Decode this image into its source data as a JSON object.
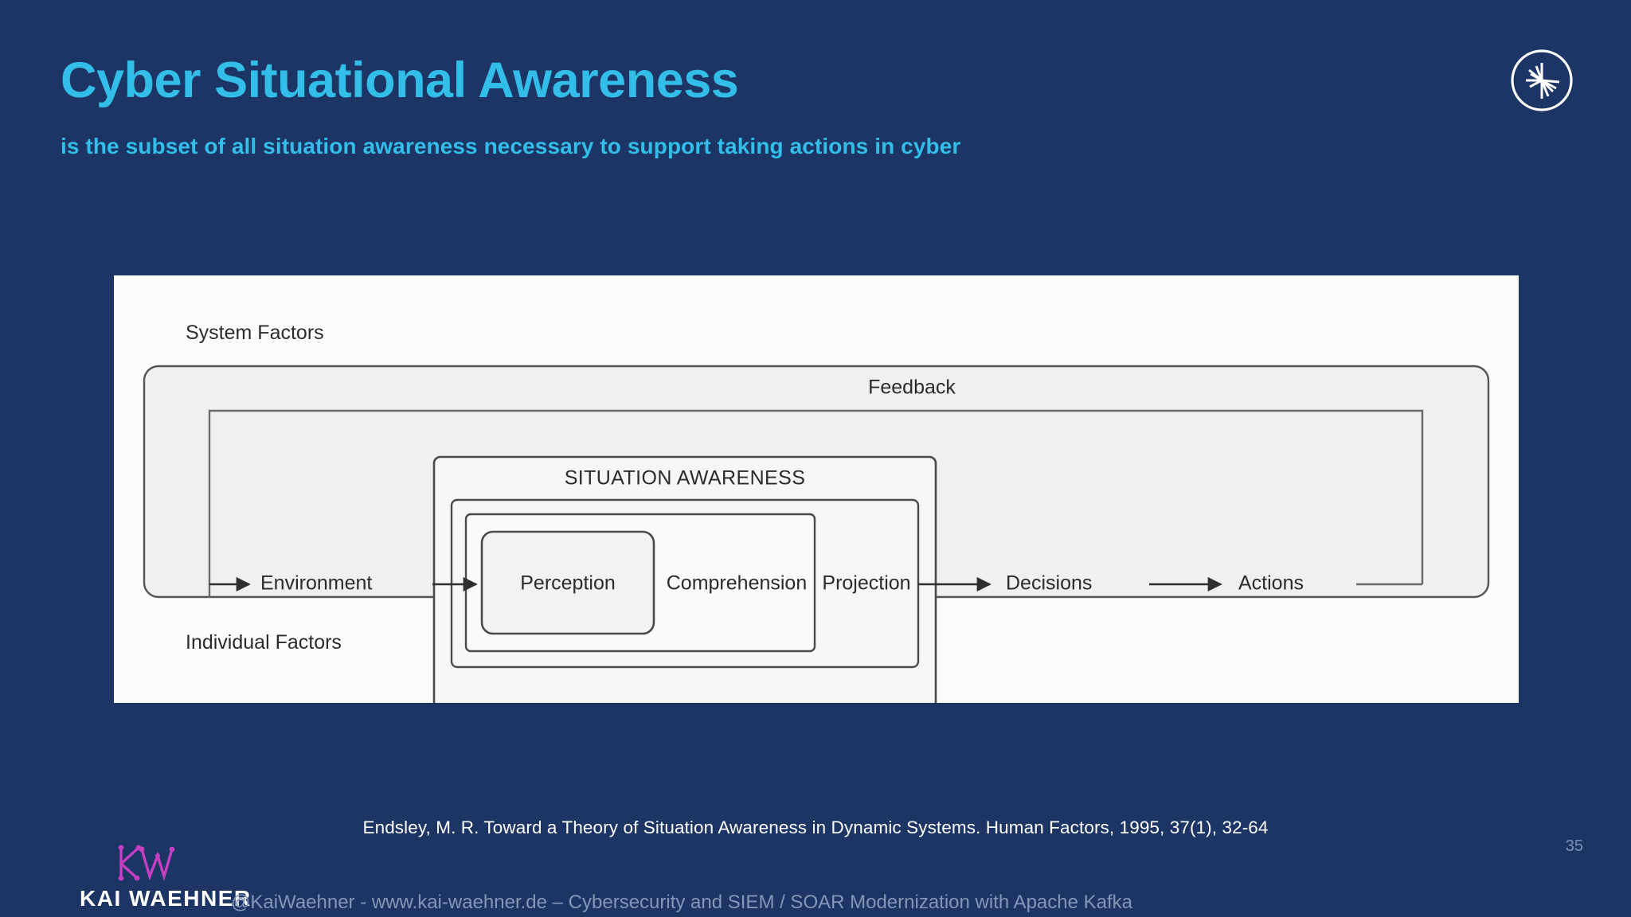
{
  "slide": {
    "title": "Cyber Situational Awareness",
    "subtitle": "is the subset of all situation awareness necessary to support taking actions in cyber",
    "page_number": "35",
    "citation": "Endsley, M. R. Toward a Theory of Situation Awareness in Dynamic Systems. Human Factors, 1995, 37(1), 32-64",
    "background_color": "#1c3564",
    "accent_color": "#32bee8"
  },
  "brand": {
    "top_right_icon": "confluent-starburst-icon",
    "footer_icon": "kw-monogram-icon",
    "footer_wordmark": "KAI WAEHNER",
    "footer_text": "@KaiWaehner - www.kai-waehner.de – Cybersecurity and SIEM / SOAR Modernization with Apache Kafka",
    "footer_wordmark_color": "#ffffff",
    "footer_mark_color": "#c63fc2"
  },
  "figure": {
    "background_color": "#fcfcfa",
    "outer_label_top": "System Factors",
    "outer_label_bottom": "Individual Factors",
    "feedback_label": "Feedback",
    "situation_awareness_label": "SITUATION AWARENESS",
    "nodes": {
      "environment": "Environment",
      "perception": "Perception",
      "comprehension": "Comprehension",
      "projection": "Projection",
      "decisions": "Decisions",
      "actions": "Actions"
    },
    "flow_order": [
      "Environment",
      "Perception",
      "Comprehension",
      "Projection",
      "Decisions",
      "Actions"
    ]
  }
}
